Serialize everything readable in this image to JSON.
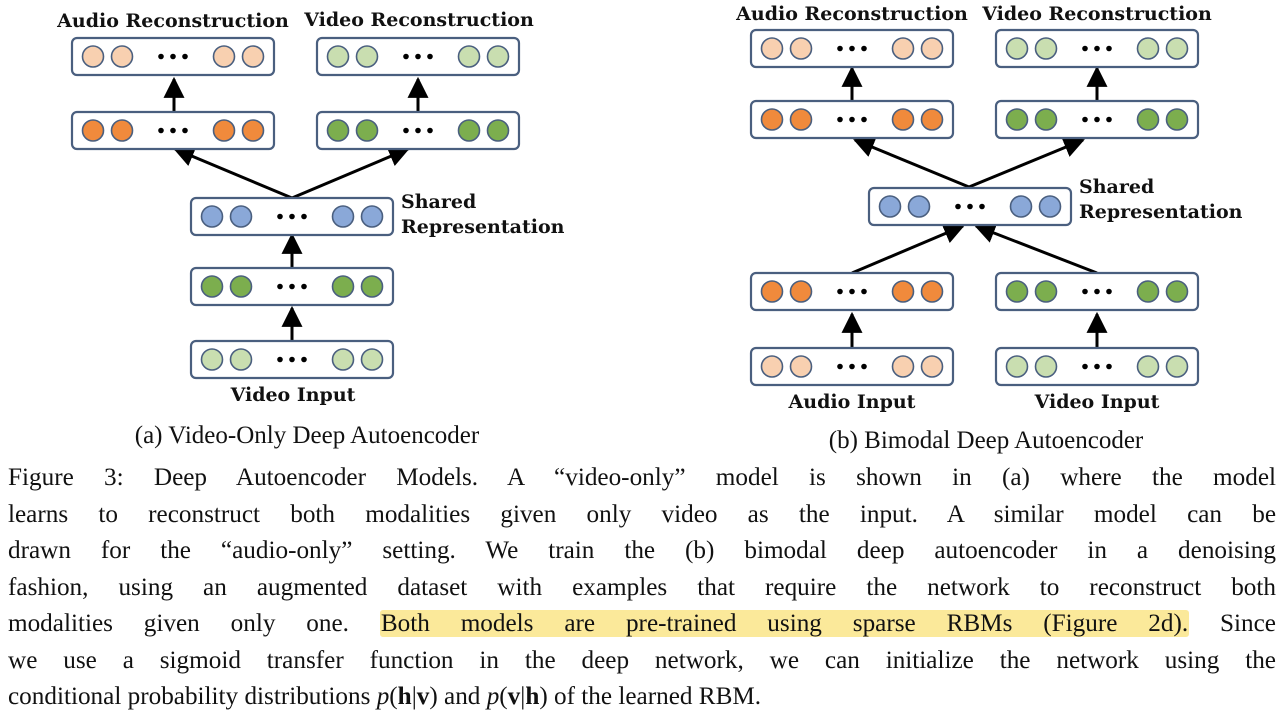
{
  "colors": {
    "box_border": "#4a5f7f",
    "orange_dark": "#f08a3c",
    "orange_light": "#f8d0b0",
    "green_dark": "#7cae4e",
    "green_light": "#c9deb0",
    "blue": "#8aa8d8",
    "highlight": "#fbe99a"
  },
  "diagram_a": {
    "label_audio_recon": "Audio Reconstruction",
    "label_video_recon": "Video Reconstruction",
    "label_shared_1": "Shared",
    "label_shared_2": "Representation",
    "label_video_input": "Video Input",
    "subcaption": "(a) Video-Only Deep Autoencoder"
  },
  "diagram_b": {
    "label_audio_recon": "Audio Reconstruction",
    "label_video_recon": "Video Reconstruction",
    "label_shared_1": "Shared",
    "label_shared_2": "Representation",
    "label_audio_input": "Audio Input",
    "label_video_input": "Video Input",
    "subcaption": "(b) Bimodal Deep Autoencoder"
  },
  "caption": {
    "l1": "Figure 3: Deep Autoencoder Models. A “video-only” model is shown in (a) where the model",
    "l2": "learns to reconstruct both modalities given only video as the input. A similar model can be",
    "l3": "drawn for the “audio-only” setting. We train the (b) bimodal deep autoencoder in a denoising",
    "l4": "fashion, using an augmented dataset with examples that require the network to reconstruct both",
    "l5_a": "modalities given only one.",
    "l5_hl": "Both models are pre-trained using sparse RBMs (Figure 2d).",
    "l5_b": "Since",
    "l6": "we use a sigmoid transfer function in the deep network, we can initialize the network using the",
    "l7_a": "conditional probability distributions",
    "l7_p1": "p",
    "l7_h1": "h",
    "l7_sep1": "|",
    "l7_v1": "v",
    "l7_and": "and",
    "l7_p2": "p",
    "l7_v2": "v",
    "l7_sep2": "|",
    "l7_h2": "h",
    "l7_b": "of the learned RBM."
  }
}
